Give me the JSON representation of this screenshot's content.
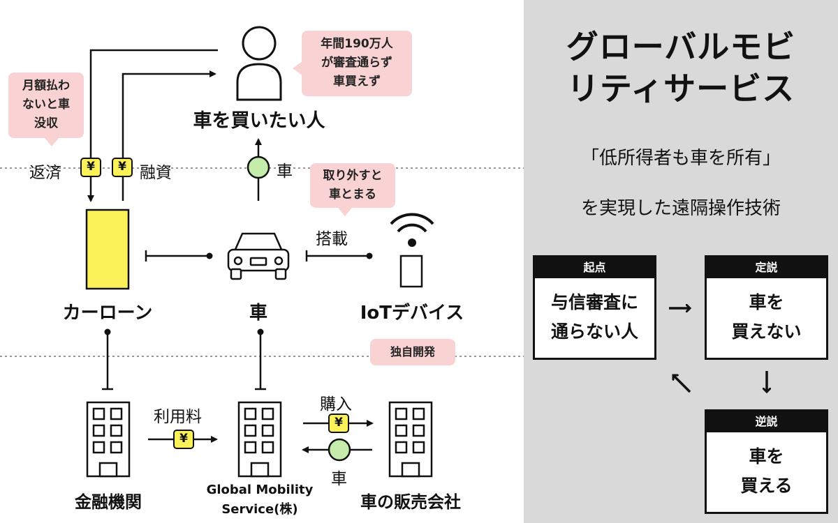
{
  "left_diagram": {
    "nodes": {
      "person_label": "車を買いたい人",
      "car_loan_label": "カーローン",
      "car_label": "車",
      "iot_label": "IoTデバイス",
      "bank_label": "金融機関",
      "gms_label_line1": "Global Mobility",
      "gms_label_line2": "Service(株)",
      "dealer_label": "車の販売会社"
    },
    "edges": {
      "repayment": "返済",
      "financing": "融資",
      "car_up": "車",
      "installed": "搭載",
      "usage_fee": "利用料",
      "purchase": "購入",
      "car_return": "車",
      "yen": "¥"
    },
    "callouts": {
      "monthly": [
        "月額払わ",
        "ないと車",
        "没収"
      ],
      "annual": [
        "年間190万人",
        "が審査通らず",
        "車買えず"
      ],
      "remove": [
        "取り外すと",
        "車とまる"
      ],
      "own_dev": "独自開発"
    },
    "colors": {
      "loan_yellow": "#fbf25a",
      "yen_yellow": "#fbf25a",
      "token_green": "#c6ecac",
      "callout_pink": "#f9d3d3",
      "panel_gray": "#d9d9d9"
    }
  },
  "right_panel": {
    "title_line1": "グローバルモビ",
    "title_line2": "リティサービス",
    "subtitle_line1": "「低所得者も車を所有」",
    "subtitle_line2": "を実現した遠隔操作技術",
    "cycle": {
      "start": {
        "header": "起点",
        "line1": "与信審査に",
        "line2": "通らない人"
      },
      "common": {
        "header": "定説",
        "line1": "車を",
        "line2": "買えない"
      },
      "reverse": {
        "header": "逆説",
        "line1": "車を",
        "line2": "買える"
      }
    }
  }
}
